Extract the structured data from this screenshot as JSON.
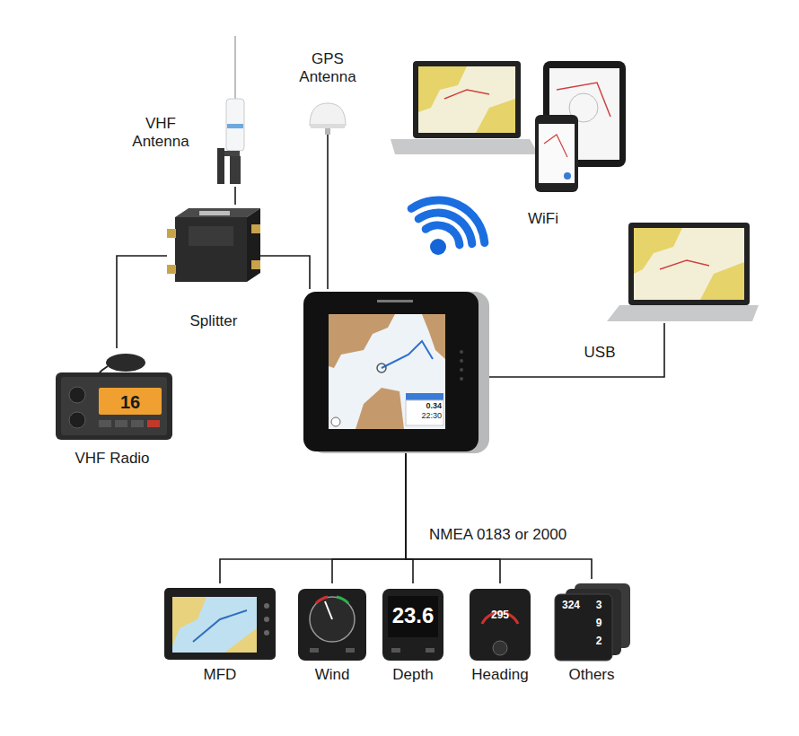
{
  "diagram": {
    "nodes": [
      {
        "text": [
          "GPS Antenna"
        ]
      },
      {
        "text": [
          "VHF Antenna"
        ]
      },
      {
        "text": [
          "WiFi"
        ]
      },
      {
        "text": [
          "Splitter"
        ]
      },
      {
        "text": [
          "0.34",
          "22:30"
        ]
      },
      {
        "text": [
          "USB"
        ]
      },
      {
        "text": [
          "16",
          "VHF Radio"
        ]
      },
      {
        "text": [
          "MFD"
        ]
      },
      {
        "text": [
          "Wind"
        ]
      },
      {
        "text": [
          "23.6",
          "Depth"
        ]
      },
      {
        "text": [
          "295",
          "Heading"
        ]
      },
      {
        "text": [
          "324",
          "3",
          "9",
          "2",
          "Others"
        ]
      }
    ],
    "edges": [
      {
        "from": 1,
        "to": 3,
        "arrow": "none"
      },
      {
        "from": 3,
        "to": 6,
        "arrow": "none"
      },
      {
        "from": 3,
        "to": 4,
        "arrow": "none"
      },
      {
        "from": 0,
        "to": 4,
        "arrow": "none"
      },
      {
        "from": 4,
        "to": 5,
        "arrow": "none"
      },
      {
        "from": 4,
        "to": 7,
        "arrow": "none"
      },
      {
        "from": 4,
        "to": 8,
        "arrow": "none"
      },
      {
        "from": 4,
        "to": 9,
        "arrow": "none"
      },
      {
        "from": 4,
        "to": 10,
        "arrow": "none"
      },
      {
        "from": 4,
        "to": 11,
        "arrow": "none"
      }
    ],
    "labels": [
      "NMEA 0183 or 2000"
    ]
  }
}
